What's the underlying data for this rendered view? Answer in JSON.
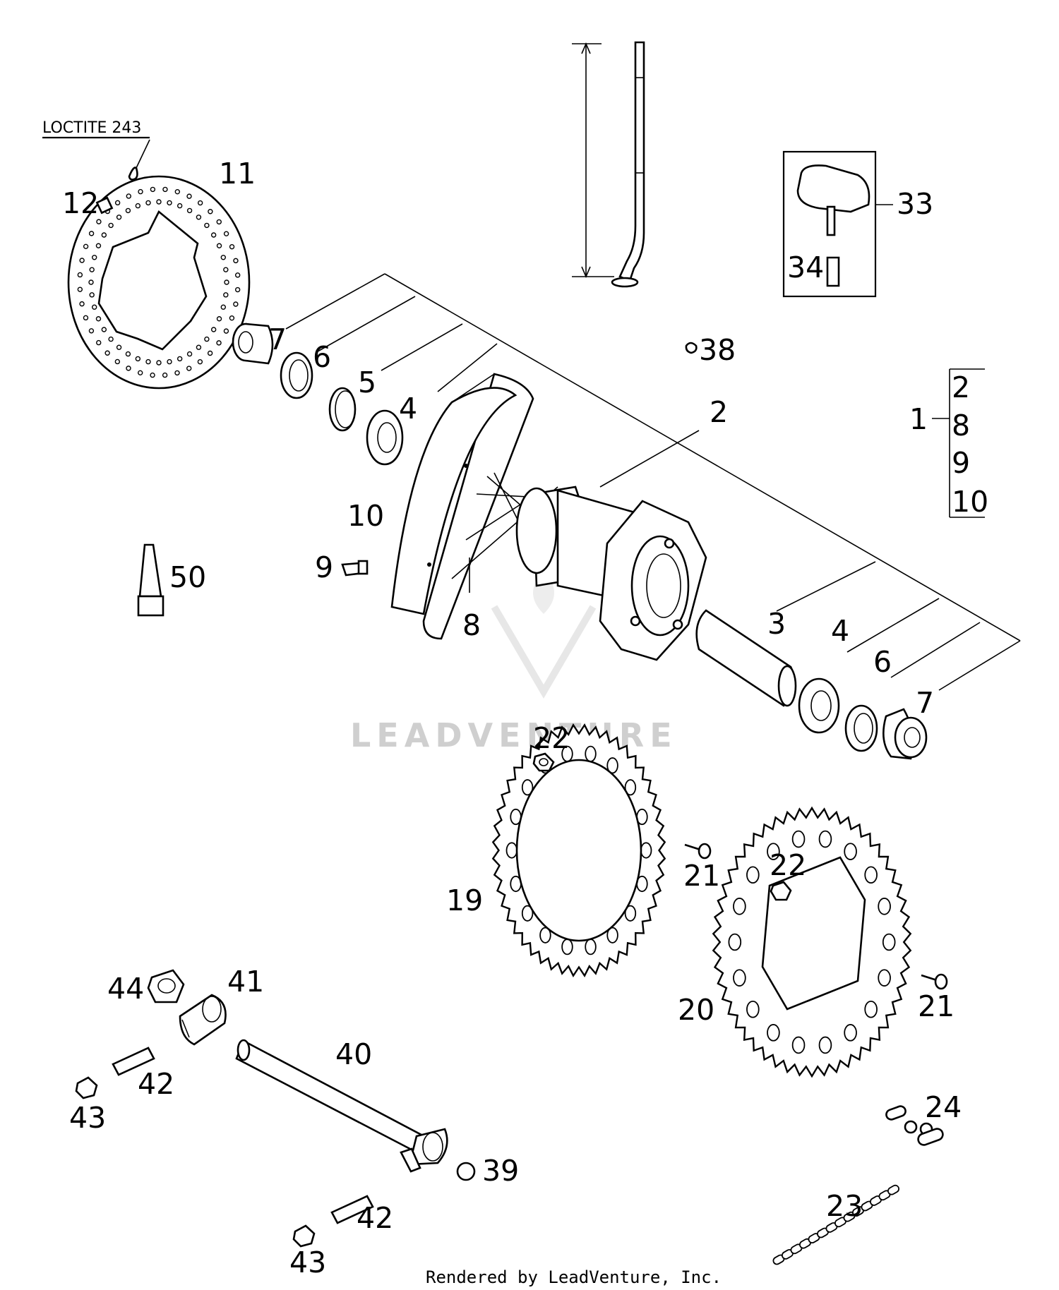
{
  "diagram": {
    "note_loctite": "LOCTITE 243",
    "watermark": "LEADVENTURE",
    "footer": "Rendered by LeadVenture, Inc.",
    "group_parent": "1",
    "group_members": [
      "2",
      "8",
      "9",
      "10"
    ],
    "callouts": {
      "c11": "11",
      "c12": "12",
      "c7a": "7",
      "c6a": "6",
      "c5": "5",
      "c4a": "4",
      "c2": "2",
      "c10": "10",
      "c9": "9",
      "c8": "8",
      "c3": "3",
      "c4b": "4",
      "c6b": "6",
      "c7b": "7",
      "c33": "33",
      "c34": "34",
      "c38": "38",
      "c50": "50",
      "c22a": "22",
      "c21a": "21",
      "c19": "19",
      "c22b": "22",
      "c20": "20",
      "c21b": "21",
      "c44": "44",
      "c41": "41",
      "c40": "40",
      "c42a": "42",
      "c43a": "43",
      "c39": "39",
      "c42b": "42",
      "c43b": "43",
      "c24": "24",
      "c23": "23"
    }
  }
}
